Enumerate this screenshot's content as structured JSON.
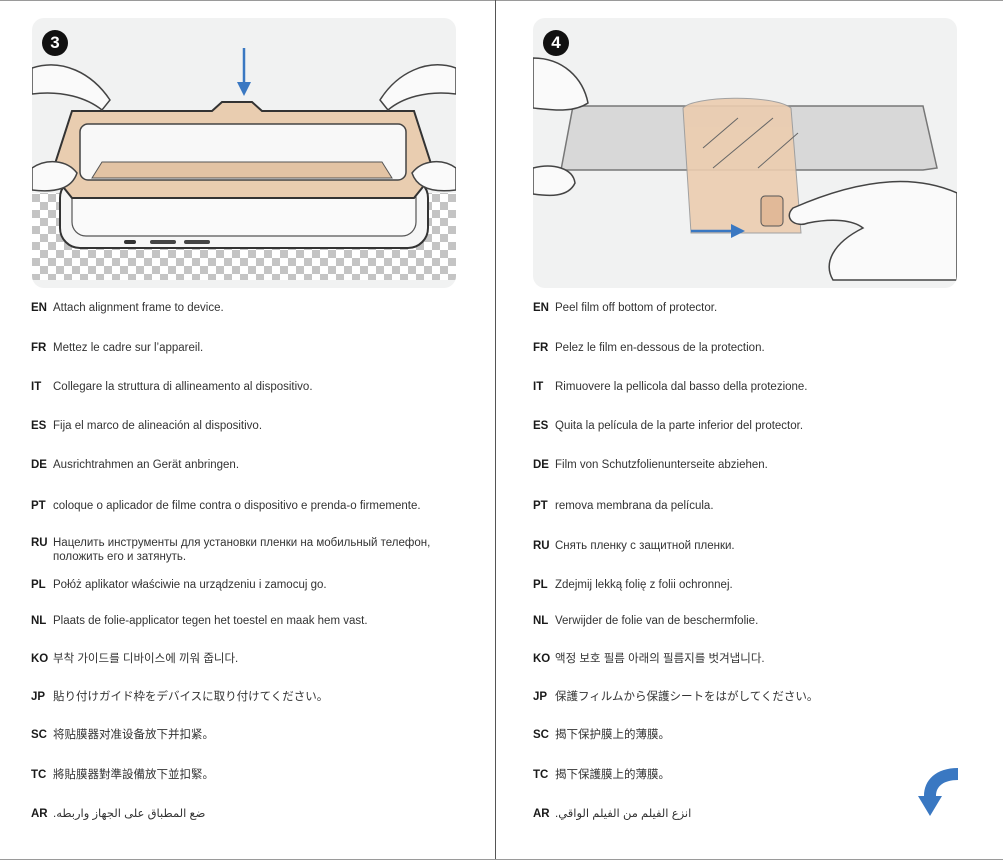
{
  "left": {
    "step": "3",
    "rows": [
      {
        "code": "EN",
        "text": "Attach alignment frame to device."
      },
      {
        "code": "FR",
        "text": "Mettez le cadre sur l’appareil."
      },
      {
        "code": "IT",
        "text": "Collegare la struttura di allineamento al dispositivo."
      },
      {
        "code": "ES",
        "text": "Fija el marco de alineación al dispositivo."
      },
      {
        "code": "DE",
        "text": "Ausrichtrahmen an Gerät anbringen."
      },
      {
        "code": "PT",
        "text": "coloque o aplicador de filme contra o dispositivo e prenda-o firmemente."
      },
      {
        "code": "RU",
        "text": "Нацелить инструменты для установки пленки на мобильный телефон, положить его и затянуть."
      },
      {
        "code": "PL",
        "text": "Połóż aplikator właściwie na urządzeniu i zamocuj go."
      },
      {
        "code": "NL",
        "text": "Plaats de folie-applicator tegen het toestel en maak hem vast."
      },
      {
        "code": "KO",
        "text": "부착 가이드를 디바이스에 끼워 줍니다."
      },
      {
        "code": "JP",
        "text": "貼り付けガイド枠をデバイスに取り付けてください。"
      },
      {
        "code": "SC",
        "text": "将贴膜器对准设备放下并扣紧。"
      },
      {
        "code": "TC",
        "text": "將貼膜器對準設備放下並扣緊。"
      },
      {
        "code": "AR",
        "text": "ضع المطباق على الجهاز واربطه."
      }
    ]
  },
  "right": {
    "step": "4",
    "rows": [
      {
        "code": "EN",
        "text": "Peel film off bottom of protector."
      },
      {
        "code": "FR",
        "text": "Pelez le film en-dessous de la protection."
      },
      {
        "code": "IT",
        "text": "Rimuovere la pellicola dal basso della protezione."
      },
      {
        "code": "ES",
        "text": "Quita la película de la parte inferior del protector."
      },
      {
        "code": "DE",
        "text": "Film von Schutzfolienunterseite abziehen."
      },
      {
        "code": "PT",
        "text": "remova membrana da película."
      },
      {
        "code": "RU",
        "text": "Снять пленку с защитной пленки."
      },
      {
        "code": "PL",
        "text": "Zdejmij lekką folię z folii ochronnej."
      },
      {
        "code": "NL",
        "text": "Verwijder de folie van de beschermfolie."
      },
      {
        "code": "KO",
        "text": "액정 보호 필름 아래의 필름지를 벗겨냅니다."
      },
      {
        "code": "JP",
        "text": "保護フィルムから保護シートをはがしてください。"
      },
      {
        "code": "SC",
        "text": "揭下保护膜上的薄膜。"
      },
      {
        "code": "TC",
        "text": "揭下保護膜上的薄膜。"
      },
      {
        "code": "AR",
        "text": "انزع الفيلم من الفيلم الواقي."
      }
    ]
  },
  "colors": {
    "accent_blue": "#3a78c2",
    "frame_beige": "#e9cdb0",
    "panel_bg": "#f1f2f2"
  },
  "icons": {
    "step3_badge": "circled-number-3",
    "step4_badge": "circled-number-4",
    "page_turn": "curved-arrow-back-icon"
  }
}
